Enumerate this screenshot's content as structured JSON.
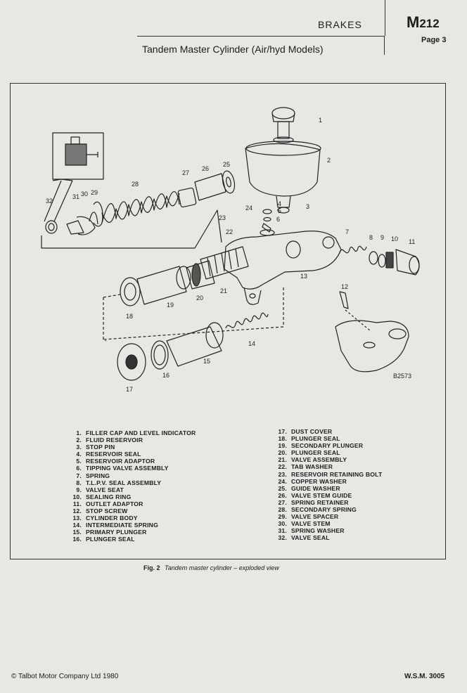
{
  "header": {
    "section": "BRAKES",
    "title": "Tandem Master Cylinder (Air/hyd Models)",
    "code_letter": "M",
    "code_number": "212",
    "page": "Page 3"
  },
  "figure": {
    "ref": "B2573",
    "caption_label": "Fig. 2",
    "caption_text": "Tandem master cylinder – exploded view"
  },
  "parts": [
    {
      "n": "1.",
      "name": "FILLER CAP AND LEVEL INDICATOR"
    },
    {
      "n": "2.",
      "name": "FLUID RESERVOIR"
    },
    {
      "n": "3.",
      "name": "STOP PIN"
    },
    {
      "n": "4.",
      "name": "RESERVOIR SEAL"
    },
    {
      "n": "5.",
      "name": "RESERVOIR ADAPTOR"
    },
    {
      "n": "6.",
      "name": "TIPPING VALVE ASSEMBLY"
    },
    {
      "n": "7.",
      "name": "SPRING"
    },
    {
      "n": "8.",
      "name": "T.L.P.V. SEAL ASSEMBLY"
    },
    {
      "n": "9.",
      "name": "VALVE SEAT"
    },
    {
      "n": "10.",
      "name": "SEALING RING"
    },
    {
      "n": "11.",
      "name": "OUTLET ADAPTOR"
    },
    {
      "n": "12.",
      "name": "STOP SCREW"
    },
    {
      "n": "13.",
      "name": "CYLINDER BODY"
    },
    {
      "n": "14.",
      "name": "INTERMEDIATE SPRING"
    },
    {
      "n": "15.",
      "name": "PRIMARY PLUNGER"
    },
    {
      "n": "16.",
      "name": "PLUNGER SEAL"
    },
    {
      "n": "17.",
      "name": "DUST COVER"
    },
    {
      "n": "18.",
      "name": "PLUNGER SEAL"
    },
    {
      "n": "19.",
      "name": "SECONDARY PLUNGER"
    },
    {
      "n": "20.",
      "name": "PLUNGER SEAL"
    },
    {
      "n": "21.",
      "name": "VALVE ASSEMBLY"
    },
    {
      "n": "22.",
      "name": "TAB WASHER"
    },
    {
      "n": "23.",
      "name": "RESERVOIR RETAINING BOLT"
    },
    {
      "n": "24.",
      "name": "COPPER WASHER"
    },
    {
      "n": "25.",
      "name": "GUIDE WASHER"
    },
    {
      "n": "26.",
      "name": "VALVE STEM GUIDE"
    },
    {
      "n": "27.",
      "name": "SPRING RETAINER"
    },
    {
      "n": "28.",
      "name": "SECONDARY SPRING"
    },
    {
      "n": "29.",
      "name": "VALVE SPACER"
    },
    {
      "n": "30.",
      "name": "VALVE STEM"
    },
    {
      "n": "31.",
      "name": "SPRING WASHER"
    },
    {
      "n": "32.",
      "name": "VALVE SEAL"
    }
  ],
  "callouts": [
    "1",
    "2",
    "3",
    "4",
    "5",
    "6",
    "7",
    "8",
    "9",
    "10",
    "11",
    "12",
    "13",
    "14",
    "15",
    "16",
    "17",
    "18",
    "19",
    "20",
    "21",
    "22",
    "23",
    "24",
    "25",
    "26",
    "27",
    "28",
    "29",
    "30",
    "31",
    "32"
  ],
  "footer": {
    "copyright": "©  Talbot Motor Company Ltd 1980",
    "ref": "W.S.M. 3005"
  }
}
